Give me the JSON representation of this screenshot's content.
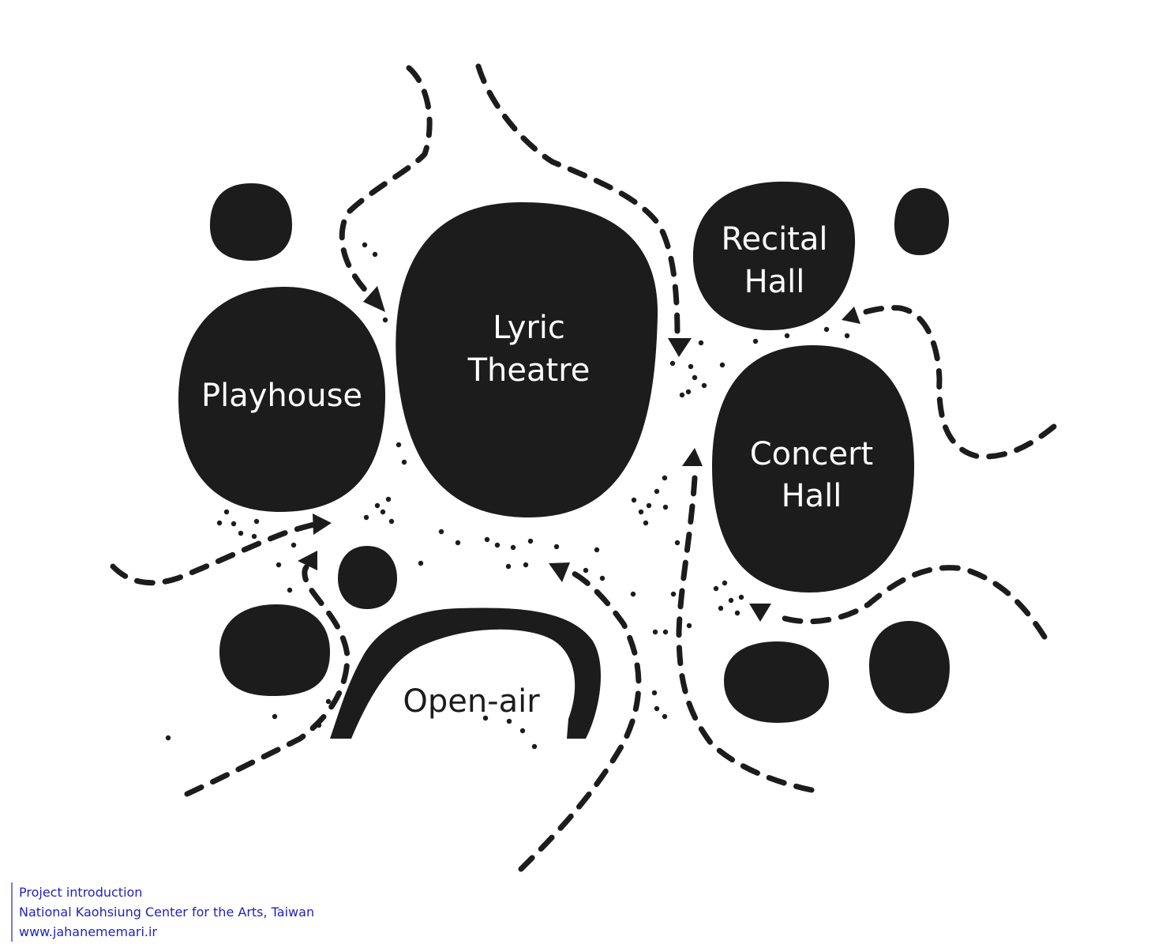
{
  "diagram": {
    "title": "Circulation diagram",
    "colors": {
      "blob": "#1c1c1c",
      "background": "#ffffff",
      "caption_text": "#2222c0",
      "caption_rule": "#7a7ad8"
    },
    "venues": [
      {
        "id": "lyric-theatre",
        "lines": [
          "Lyric",
          "Theatre"
        ]
      },
      {
        "id": "playhouse",
        "lines": [
          "Playhouse"
        ]
      },
      {
        "id": "recital-hall",
        "lines": [
          "Recital",
          "Hall"
        ]
      },
      {
        "id": "concert-hall",
        "lines": [
          "Concert",
          "Hall"
        ]
      },
      {
        "id": "open-air",
        "lines": [
          "Open-air"
        ]
      }
    ],
    "legend_semantics": {
      "dashed_line": "circulation path",
      "triangle": "direction arrow",
      "dots": "dispersed pedestrian movement",
      "black_blob": "venue / building volume"
    }
  },
  "caption": {
    "line1": "Project introduction",
    "line2": "National Kaohsiung Center for the Arts, Taiwan",
    "line3": "www.jahanememari.ir"
  }
}
